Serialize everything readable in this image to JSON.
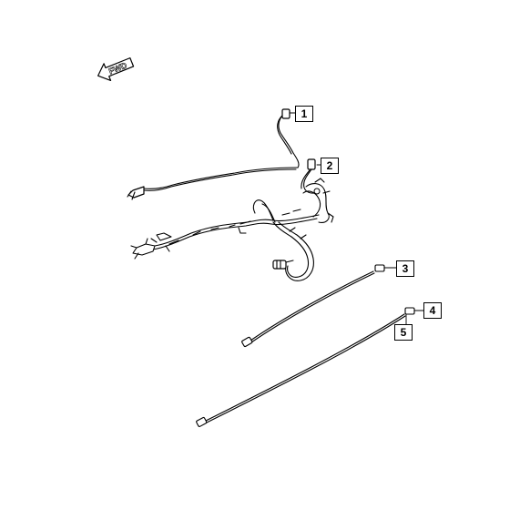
{
  "direction_label": "FWD",
  "callouts": [
    "1",
    "2",
    "3",
    "4",
    "5"
  ]
}
